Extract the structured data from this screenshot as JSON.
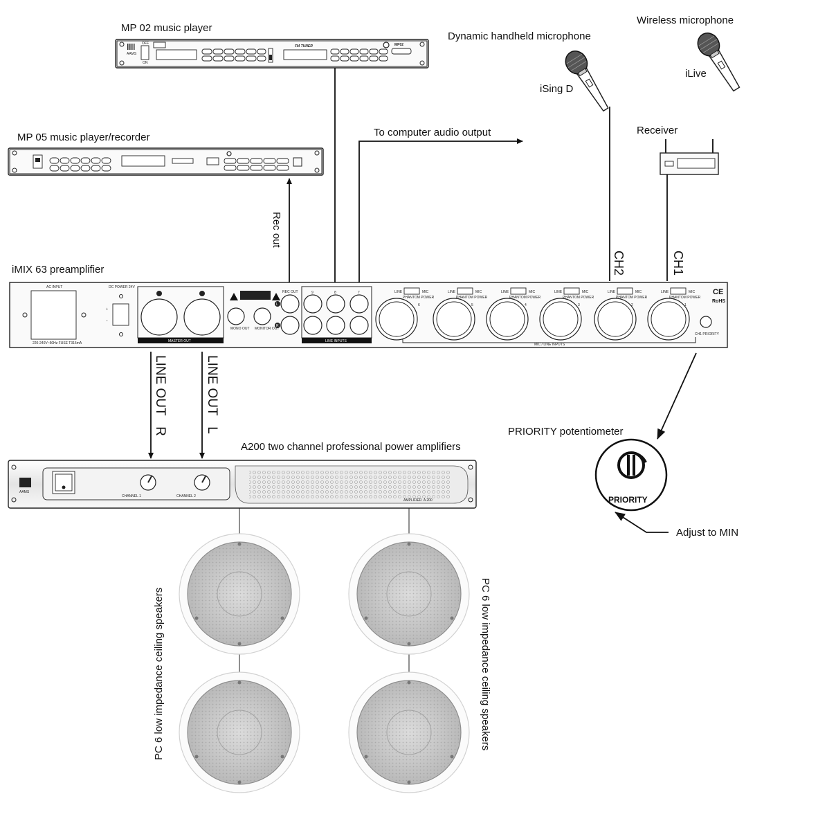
{
  "devices": {
    "mp02": {
      "label": "MP 02 music player",
      "brand": "AAMS",
      "panel_text": "FM TUNER",
      "model": "MP02",
      "power_off": "OFF",
      "power_on": "ON"
    },
    "mp05": {
      "label": "MP 05 music player/recorder"
    },
    "imix": {
      "label": "iMIX 63 preamplifier",
      "ac_input": "AC INPUT",
      "ac_spec": "220-240V~50Hz FUSE T315mA",
      "dc_power": "DC POWER 24V",
      "master_out": "MASTER OUT",
      "mono_out": "MONO OUT",
      "monitor_out": "MONITOR OUT",
      "rec_out": "REC OUT",
      "line_inputs": "LINE INPUTS",
      "mic_line_inputs": "MIC / LINE INPUTS",
      "ch1_priority": "CH1 PRIORITY",
      "ce": "CE",
      "rohs": "RoHS",
      "jack_L": "L",
      "jack_R": "R",
      "line_in_numbers": [
        "9",
        "8",
        "7"
      ],
      "channel_numbers": [
        "6",
        "5",
        "4",
        "3",
        "2",
        "1"
      ],
      "switch_line": "LINE",
      "switch_mic": "MIC",
      "phantom_power": "PHANTOM POWER"
    },
    "amp": {
      "label": "A200 two channel professional power amplifiers",
      "model_text": "AMPLIFIER  A 200",
      "channel_1": "CHANNEL 1",
      "channel_2": "CHANNEL 2",
      "brand": "AAMS"
    },
    "dynamic_mic": {
      "label": "Dynamic handheld microphone",
      "model": "iSing D"
    },
    "wireless_mic": {
      "label": "Wireless microphone",
      "model": "iLive"
    },
    "receiver": {
      "label": "Receiver"
    },
    "priority_knob": {
      "label": "PRIORITY potentiometer",
      "knob_text": "PRIORITY",
      "instruction": "Adjust to MIN"
    },
    "speakers": {
      "left_label": "PC 6 low impedance ceiling speakers",
      "right_label": "PC 6 low impedance ceiling speakers"
    }
  },
  "connections": {
    "computer": "To computer audio output",
    "rec_out": "Rec out",
    "ch2": "CH2",
    "ch1": "CH1",
    "line_out_r": "LINE OUT   R",
    "line_out_l": "LINE OUT   L"
  }
}
